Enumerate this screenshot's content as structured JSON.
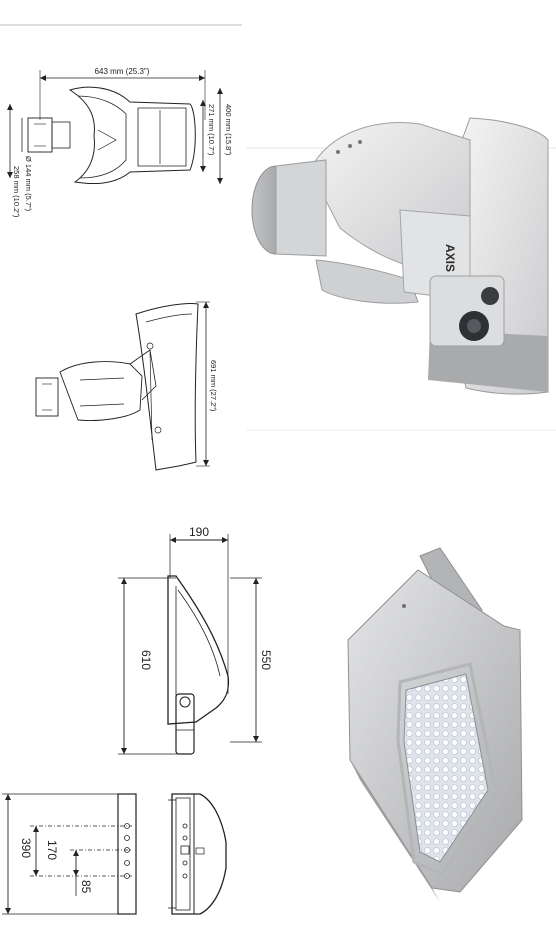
{
  "top_drawing": {
    "width_label": "643 mm (25.3\")",
    "height_label": "400 mm (15.8\")",
    "inner_height_label": "271 mm (10.7\")",
    "diameter_label": "Ø 144 mm (5.7\")",
    "depth_label": "258 mm (10.2\")",
    "side_height_label": "691 mm (27.2\")"
  },
  "camera_photo": {
    "brand": "AXIS"
  },
  "bottom_drawing": {
    "depth": "190",
    "height_total": "610",
    "height_front": "550",
    "width": "390",
    "hole_spacing": "170",
    "hole_offset": "85"
  },
  "colors": {
    "line": "#222222",
    "housing": "#d9dadb",
    "shadow": "#b7b8ba",
    "led": "#eef2f6"
  }
}
